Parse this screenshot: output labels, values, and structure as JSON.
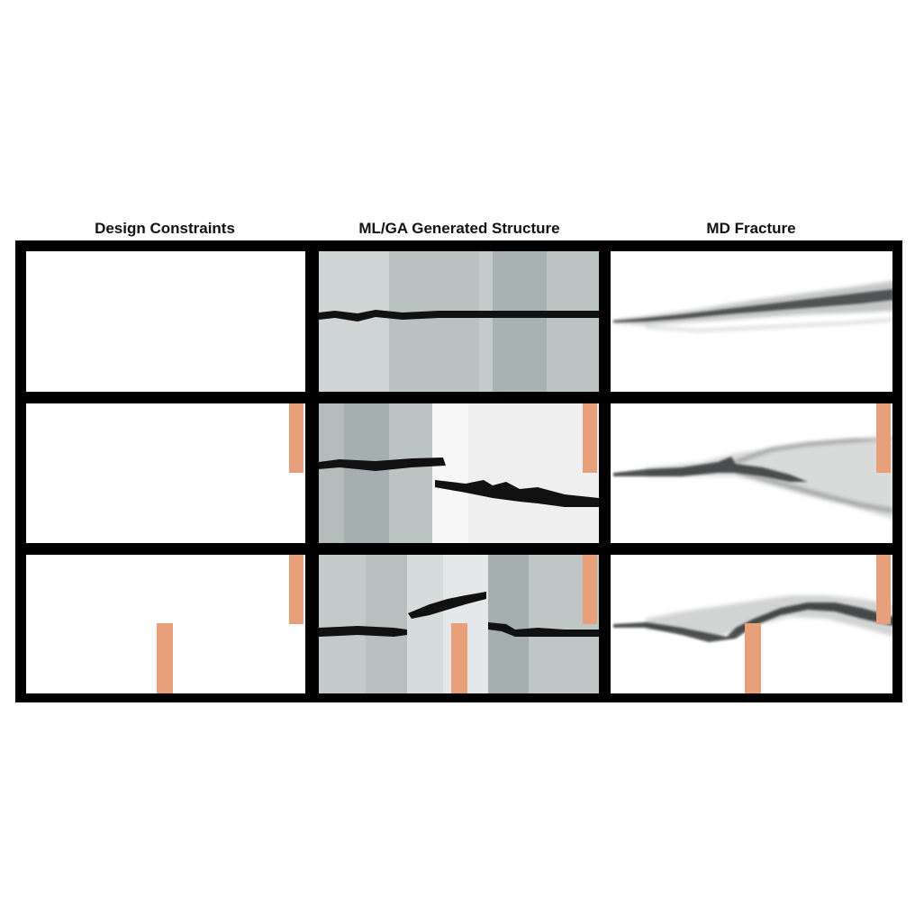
{
  "columns": [
    {
      "title": "Design Constraints"
    },
    {
      "title": "ML/GA Generated Structure"
    },
    {
      "title": "MD Fracture"
    }
  ],
  "colors": {
    "grid_frame": "#000000",
    "constraint_block": "#e8a07a",
    "crack": "#111111",
    "structure_gray_dark": "#a3acac",
    "structure_gray_mid": "#b7bfbf",
    "structure_gray_light": "#cfd5d5",
    "structure_white": "#f3f3f3"
  }
}
